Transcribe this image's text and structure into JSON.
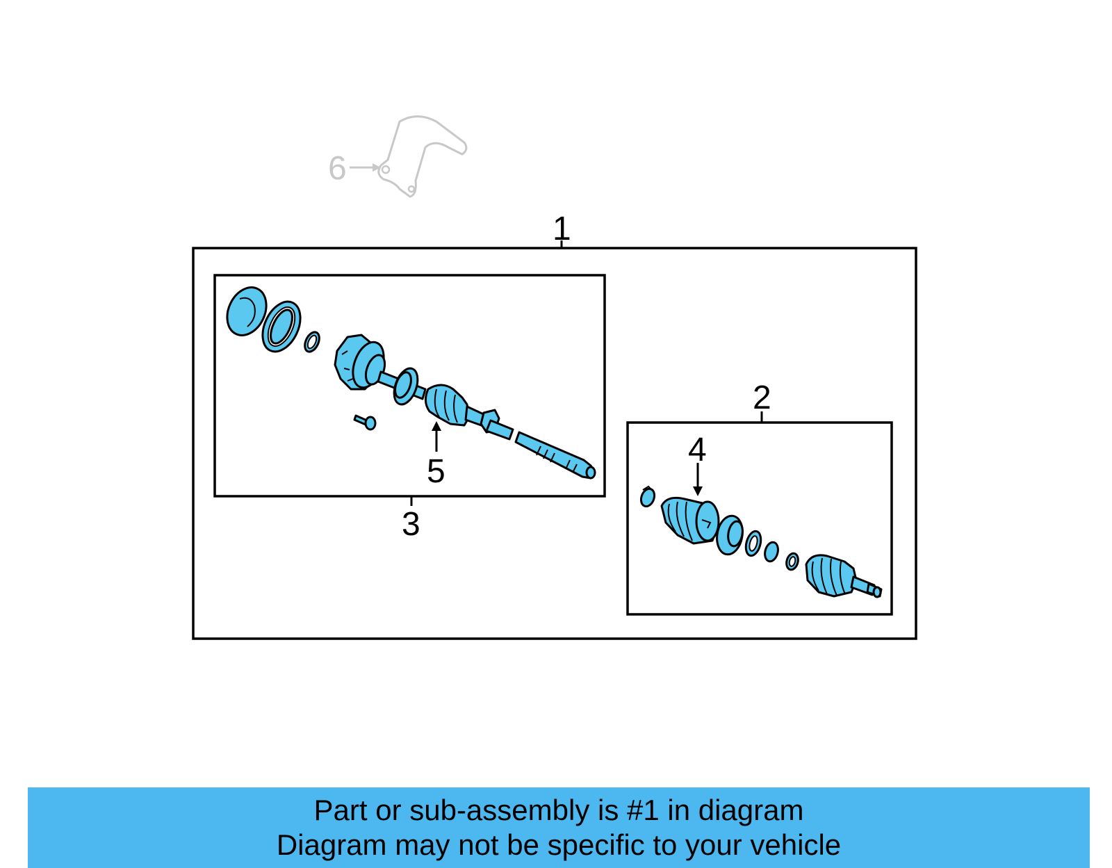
{
  "callouts": {
    "c1": "1",
    "c2": "2",
    "c3": "3",
    "c4": "4",
    "c5": "5",
    "c6": "6"
  },
  "banner": {
    "line1": "Part or sub-assembly is #1 in diagram",
    "line2": "Diagram may not be specific to your vehicle"
  },
  "colors": {
    "part_fill": "#5bc8ef",
    "banner_bg": "#4db8f0",
    "ghost": "#c8c8c8"
  }
}
